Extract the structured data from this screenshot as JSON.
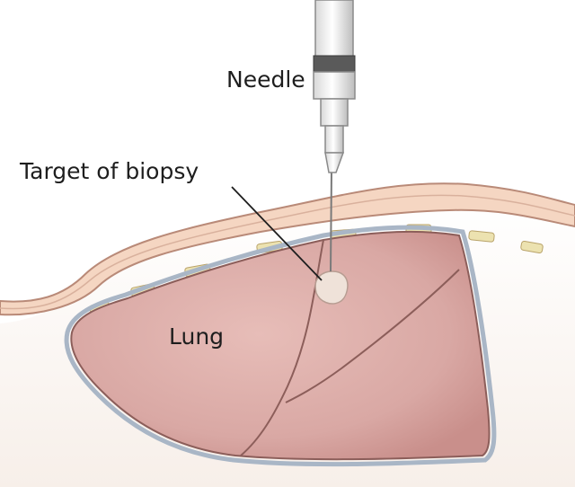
{
  "labels": {
    "needle": "Needle",
    "target": "Target of biopsy",
    "lung": "Lung"
  },
  "colors": {
    "background": "#ffffff",
    "chest_wall": "#f5d6c2",
    "chest_wall_outline": "#b98a78",
    "lung_fill": "#d9a8a4",
    "lung_outline": "#8c5e5a",
    "pleura": "#a9b6c6",
    "rib_cartilage": "#ece2b0",
    "needle_body": "#f2f2f2",
    "needle_band": "#555555",
    "leader_line": "#1e1e1e",
    "biopsy_target": "#efe2d9"
  }
}
